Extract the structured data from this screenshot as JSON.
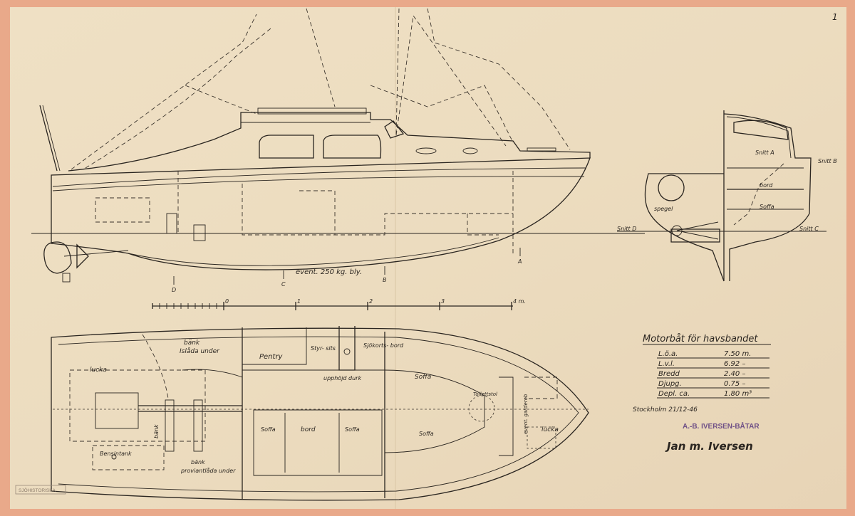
{
  "page_number": "1",
  "side_view": {
    "ballast_note": "event. 250 kg. bly.",
    "section_letters": [
      "D",
      "C",
      "B",
      "A"
    ]
  },
  "scale_bar": {
    "ticks": [
      "0",
      "1",
      "2",
      "3",
      "4 m."
    ]
  },
  "section_view": {
    "labels": {
      "snitt_a": "Snitt A",
      "snitt_b": "Snitt B",
      "snitt_c": "Snitt C",
      "snitt_d": "Snitt D",
      "spegel": "spegel",
      "bord": "bord",
      "soffa": "Soffa"
    }
  },
  "plan_view": {
    "labels": {
      "lucka_aft": "lucka",
      "bank_top": "bänk",
      "islada_under": "Islåda under",
      "pentry": "Pentry",
      "styrsits": "Styr-\nsits",
      "sjokortsbord": "Sjökorts-\nbord",
      "upphojd_durk": "upphöjd durk",
      "soffa_fwd": "Soffa",
      "toilet": "Toilettstol",
      "soffa_left": "Soffa",
      "bord": "bord",
      "soffa_right": "Soffa",
      "soffa_fwd_low": "Soffa",
      "event_garderob": "event. garderob",
      "lucka_fwd": "lucka",
      "bensintank": "Bensintank",
      "bank_bottom": "bänk",
      "proviantlada": "proviantlåda under",
      "bank_side": "bänk"
    }
  },
  "title_block": {
    "title": "Motorbåt för havsbandet",
    "specs": [
      {
        "label": "L.ö.a.",
        "value": "7.50 m."
      },
      {
        "label": "L.v.l.",
        "value": "6.92 –"
      },
      {
        "label": "Bredd",
        "value": "2.40 –"
      },
      {
        "label": "Djupg.",
        "value": "0.75 –"
      },
      {
        "label": "Depl. ca.",
        "value": "1.80 m³"
      }
    ],
    "date_place": "Stockholm 21/12-46",
    "firm_stamp": "A.-B. IVERSEN-BÅTAR",
    "signature": "Jan m. Iversen",
    "archive_stamp": "SJÖHISTORISKA"
  },
  "colors": {
    "paper": "#eeddc0",
    "border": "#e9a98a",
    "ink": "#2a2520",
    "stamp": "#6e4f86"
  }
}
